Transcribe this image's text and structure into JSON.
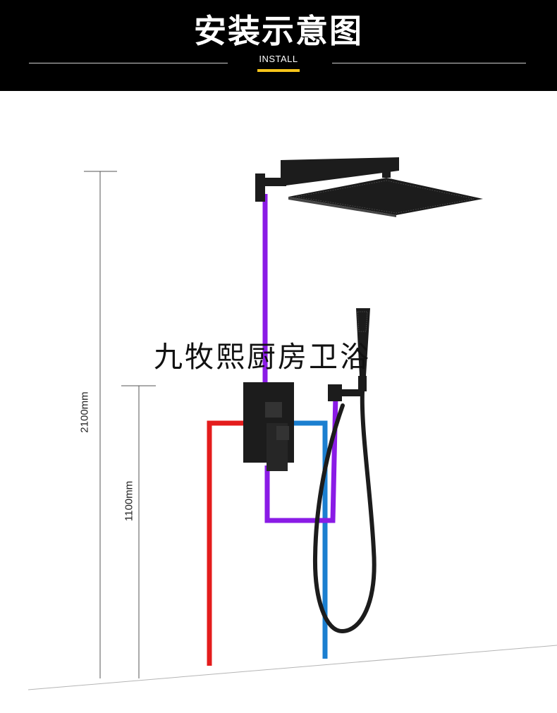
{
  "header": {
    "title": "安装示意图",
    "subtitle": "INSTALL"
  },
  "watermark": "九牧熙厨房卫浴",
  "dimensions": {
    "total_height": "2100mm",
    "valve_height": "1100mm"
  },
  "colors": {
    "hot_water": "#e41c1c",
    "cold_water": "#1b7fd0",
    "mixed_water": "#8a1be6",
    "fixture": "#1c1c1c",
    "accent": "#f6c41a"
  }
}
